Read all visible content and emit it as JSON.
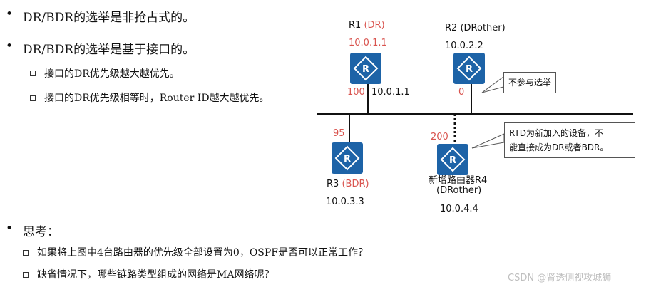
{
  "bullets": {
    "b1": "DR/BDR的选举是非抢占式的。",
    "b2": "DR/BDR的选举是基于接口的。",
    "b2_sub1": "接口的DR优先级越大越优先。",
    "b2_sub2": "接口的DR优先级相等时，Router ID越大越优先。",
    "think": "思考：",
    "q1": "如果将上图中4台路由器的优先级全部设置为0，OSPF是否可以正常工作？",
    "q2": "缺省情况下，哪些链路类型组成的网络是MA网络呢？"
  },
  "diagram": {
    "r1": {
      "name": "R1",
      "role": "(DR)",
      "rid": "10.0.1.1",
      "priority": "100",
      "ip": "10.0.1.1"
    },
    "r2": {
      "name": "R2",
      "role": "(DRother)",
      "rid": "10.0.2.2",
      "priority": "0"
    },
    "r3": {
      "name": "R3",
      "role": "(BDR)",
      "priority": "95",
      "ip": "10.0.3.3"
    },
    "r4": {
      "name_line1": "新增路由器R4",
      "name_line2": "(DRother)",
      "priority": "200",
      "ip": "10.0.4.4"
    },
    "callout_r2": "不参与选举",
    "callout_r4_line1": "RTD为新加入的设备，不",
    "callout_r4_line2": "能直接成为DR或者BDR。"
  },
  "watermark": "CSDN @肾透侧视攻城狮",
  "colors": {
    "router_blue": "#1d63a7",
    "accent_red": "#d9544f"
  },
  "icons": [
    "router-icon"
  ]
}
